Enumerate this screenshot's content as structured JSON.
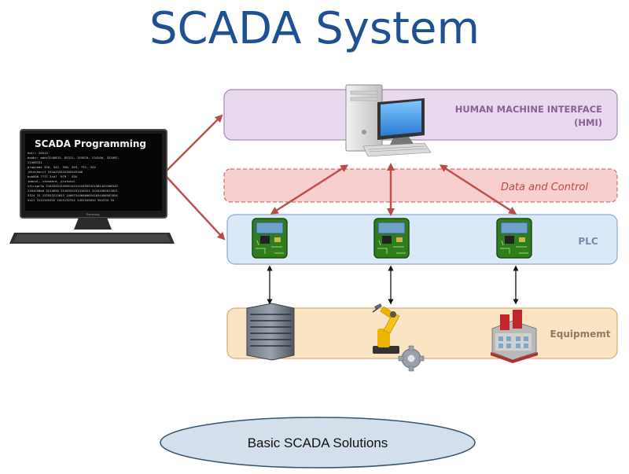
{
  "title": "SCADA System",
  "monitor": {
    "heading": "SCADA Programming",
    "code_lines": [
      "Hdlr: 20513",
      "bodbr: addr3240833, 85321, 315870, 224200, 321897,",
      "22408131",
      "programt 320, 542, 558, 853, 751, 324",
      "jBrachenjt 544w2h3342205445166",
      "bvb000 7777 3rb7 '979 ' 834",
      "imbcal, standard, protocol",
      "sfiregr3p  516163512450514224154935321361443166343",
      "2164550b0 3214650 3516353251418321 32164565013821",
      "5324 31 133553213653 1466734568806541854496587654",
      "5421 3112345432 2423132312 2452345634 561234 34"
    ],
    "brand": "Samsung"
  },
  "layers": {
    "hmi_label": "HUMAN MACHINE INTERFACE",
    "hmi_sub": "(HMI)",
    "data_label": "Data and Control",
    "plc_label": "PLC",
    "equipment_label": "Equipmemt"
  },
  "footer": "Basic SCADA Solutions",
  "colors": {
    "title": "#1f5192",
    "hmi_fill": "#e8d9ee",
    "data_fill": "#f8cfcf",
    "plc_fill": "#dbe8f8",
    "equipment_fill": "#fbe4c4",
    "arrow_red": "#c0504d",
    "ellipse_fill": "#d3dfea"
  },
  "icons": [
    "monitor-computer-icon",
    "hmi-computer-icon",
    "plc-board-icon",
    "server-rack-icon",
    "robot-arm-icon",
    "factory-icon",
    "gear-icon"
  ]
}
